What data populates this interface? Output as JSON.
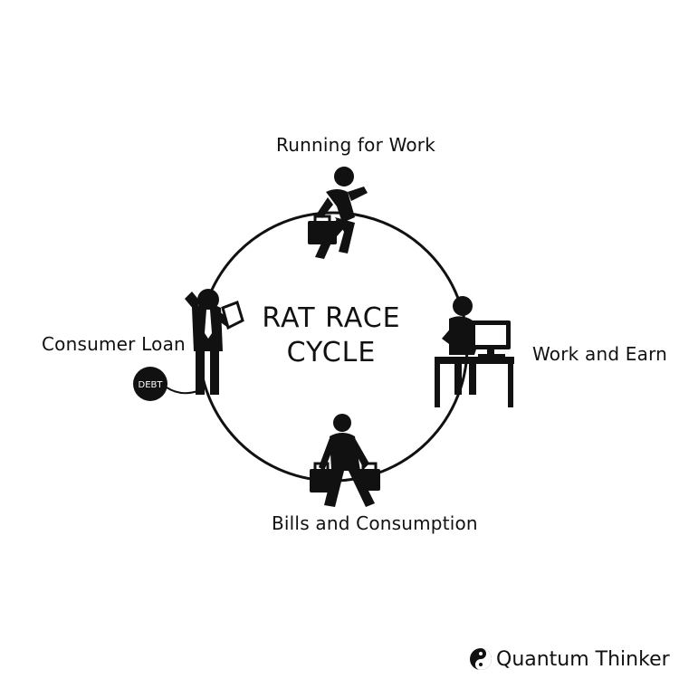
{
  "title": {
    "line1": "RAT RACE",
    "line2": "CYCLE"
  },
  "stages": {
    "top": "Running for Work",
    "right": "Work and Earn",
    "bottom": "Bills and Consumption",
    "left": "Consumer Loan"
  },
  "ball_label": "DEBT",
  "brand": {
    "name": "Quantum Thinker",
    "icon": "yin-yang-icon"
  },
  "colors": {
    "ink": "#111111",
    "background": "#ffffff"
  }
}
